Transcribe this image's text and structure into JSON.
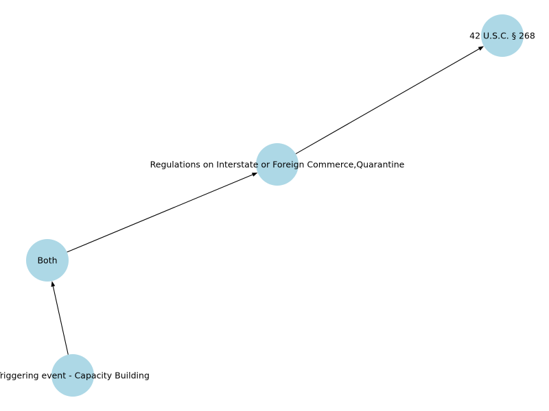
{
  "diagram": {
    "type": "directed-graph",
    "node_color": "#add8e6",
    "edge_color": "#000000",
    "nodes": [
      {
        "id": "n1",
        "label": "Triggering event - Capacity Building"
      },
      {
        "id": "n2",
        "label": "Both"
      },
      {
        "id": "n3",
        "label": "Regulations on Interstate or Foreign Commerce,Quarantine"
      },
      {
        "id": "n4",
        "label": "42 U.S.C. § 268"
      }
    ],
    "edges": [
      {
        "from": "n1",
        "to": "n2"
      },
      {
        "from": "n2",
        "to": "n3"
      },
      {
        "from": "n3",
        "to": "n4"
      }
    ]
  }
}
